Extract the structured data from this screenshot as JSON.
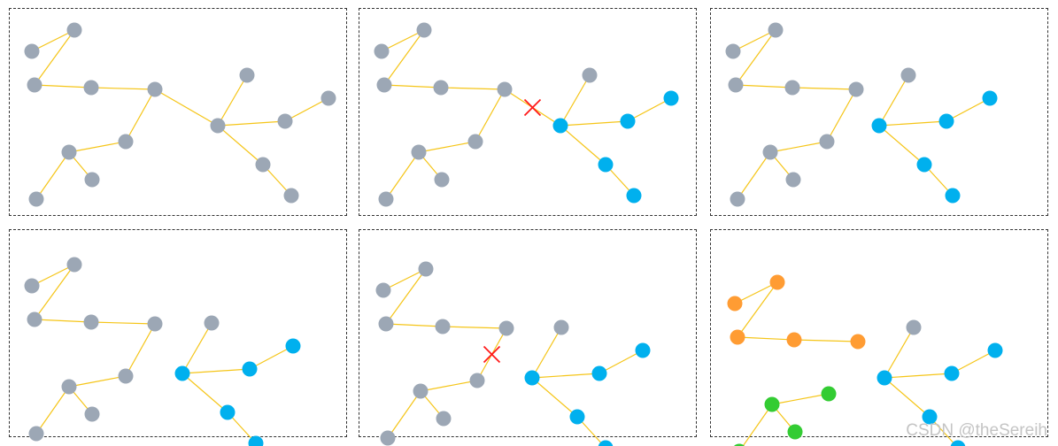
{
  "colors": {
    "edge": "#f5c518",
    "gray": "#9ca7b5",
    "blue": "#00b0ee",
    "orange": "#ff9c33",
    "green": "#33cc33",
    "cut": "#ff1a1a"
  },
  "watermark": "CSDN @theSereih",
  "panels": [
    {
      "id": "step-1-original-tree",
      "colors": [
        "gray",
        "gray",
        "gray",
        "gray",
        "gray",
        "gray",
        "gray",
        "gray",
        "gray",
        "gray",
        "gray",
        "gray",
        "gray",
        "gray",
        "gray"
      ],
      "removed_edges": [],
      "cut_edges": []
    },
    {
      "id": "step-2-cut-edge",
      "colors": [
        "gray",
        "gray",
        "gray",
        "gray",
        "gray",
        "gray",
        "gray",
        "gray",
        "gray",
        "gray",
        "blue",
        "blue",
        "blue",
        "blue",
        "blue"
      ],
      "removed_edges": [],
      "cut_edges": [
        [
          4,
          10
        ]
      ]
    },
    {
      "id": "step-3-split",
      "colors": [
        "gray",
        "gray",
        "gray",
        "gray",
        "gray",
        "gray",
        "gray",
        "gray",
        "gray",
        "gray",
        "blue",
        "blue",
        "blue",
        "blue",
        "blue"
      ],
      "removed_edges": [
        [
          4,
          10
        ]
      ],
      "cut_edges": []
    },
    {
      "id": "step-4-two-components",
      "colors": [
        "gray",
        "gray",
        "gray",
        "gray",
        "gray",
        "gray",
        "gray",
        "gray",
        "gray",
        "gray",
        "blue",
        "blue",
        "blue",
        "blue",
        "blue"
      ],
      "removed_edges": [
        [
          4,
          10
        ]
      ],
      "cut_edges": []
    },
    {
      "id": "step-5-second-cut",
      "colors": [
        "gray",
        "gray",
        "gray",
        "gray",
        "gray",
        "gray",
        "gray",
        "gray",
        "gray",
        "gray",
        "blue",
        "blue",
        "blue",
        "blue",
        "blue"
      ],
      "removed_edges": [
        [
          4,
          10
        ]
      ],
      "cut_edges": [
        [
          4,
          5
        ]
      ]
    },
    {
      "id": "step-6-three-components",
      "colors": [
        "orange",
        "orange",
        "orange",
        "orange",
        "orange",
        "green",
        "green",
        "green",
        "green",
        "gray",
        "blue",
        "blue",
        "blue",
        "blue",
        "blue"
      ],
      "removed_edges": [
        [
          4,
          10
        ],
        [
          4,
          5
        ]
      ],
      "cut_edges": []
    }
  ]
}
